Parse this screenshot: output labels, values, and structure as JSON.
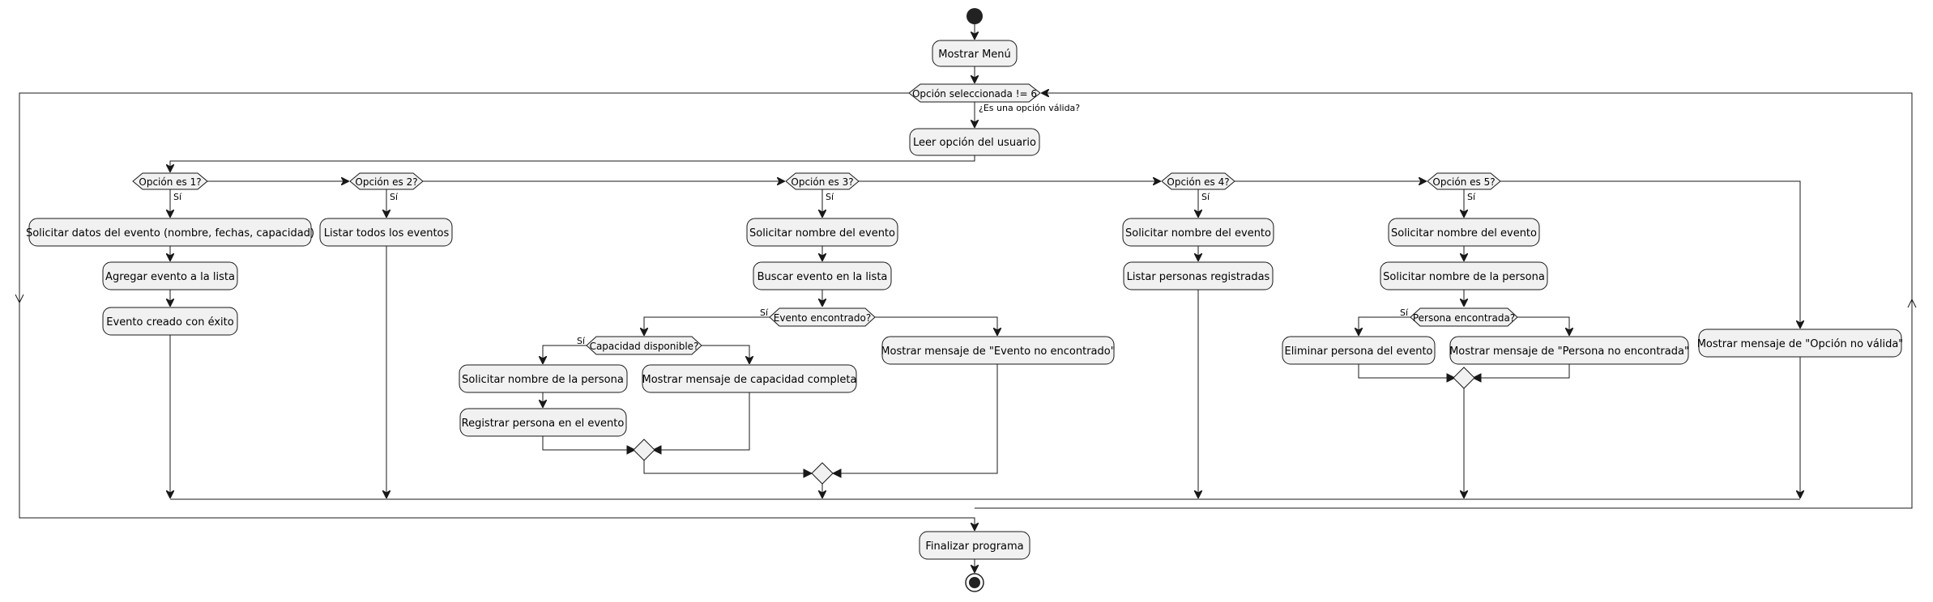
{
  "diagram": {
    "menu": "Mostrar Menú",
    "loop_condition": "Opción seleccionada != 6",
    "valid_label": "¿Es una opción válida?",
    "read_option": "Leer opción del usuario",
    "yes": "Sí",
    "opt1": {
      "cond": "Opción es 1?",
      "s1": "Solicitar datos del evento (nombre, fechas, capacidad)",
      "s2": "Agregar evento a la lista",
      "s3": "Evento creado con éxito"
    },
    "opt2": {
      "cond": "Opción es 2?",
      "s1": "Listar todos los eventos"
    },
    "opt3": {
      "cond": "Opción es 3?",
      "s1": "Solicitar nombre del evento",
      "s2": "Buscar evento en la lista",
      "found_cond": "Evento encontrado?",
      "capacity_cond": "Capacidad disponible?",
      "c1": "Solicitar nombre de la persona",
      "c2": "Registrar persona en el evento",
      "full": "Mostrar mensaje de capacidad completa",
      "not_found": "Mostrar mensaje de \"Evento no encontrado\""
    },
    "opt4": {
      "cond": "Opción es 4?",
      "s1": "Solicitar nombre del evento",
      "s2": "Listar personas registradas"
    },
    "opt5": {
      "cond": "Opción es 5?",
      "s1": "Solicitar nombre del evento",
      "s2": "Solicitar nombre de la persona",
      "person_cond": "Persona encontrada?",
      "remove": "Eliminar persona del evento",
      "not_found": "Mostrar mensaje de \"Persona no encontrada\""
    },
    "invalid": "Mostrar mensaje de \"Opción no válida\"",
    "end": "Finalizar programa"
  }
}
